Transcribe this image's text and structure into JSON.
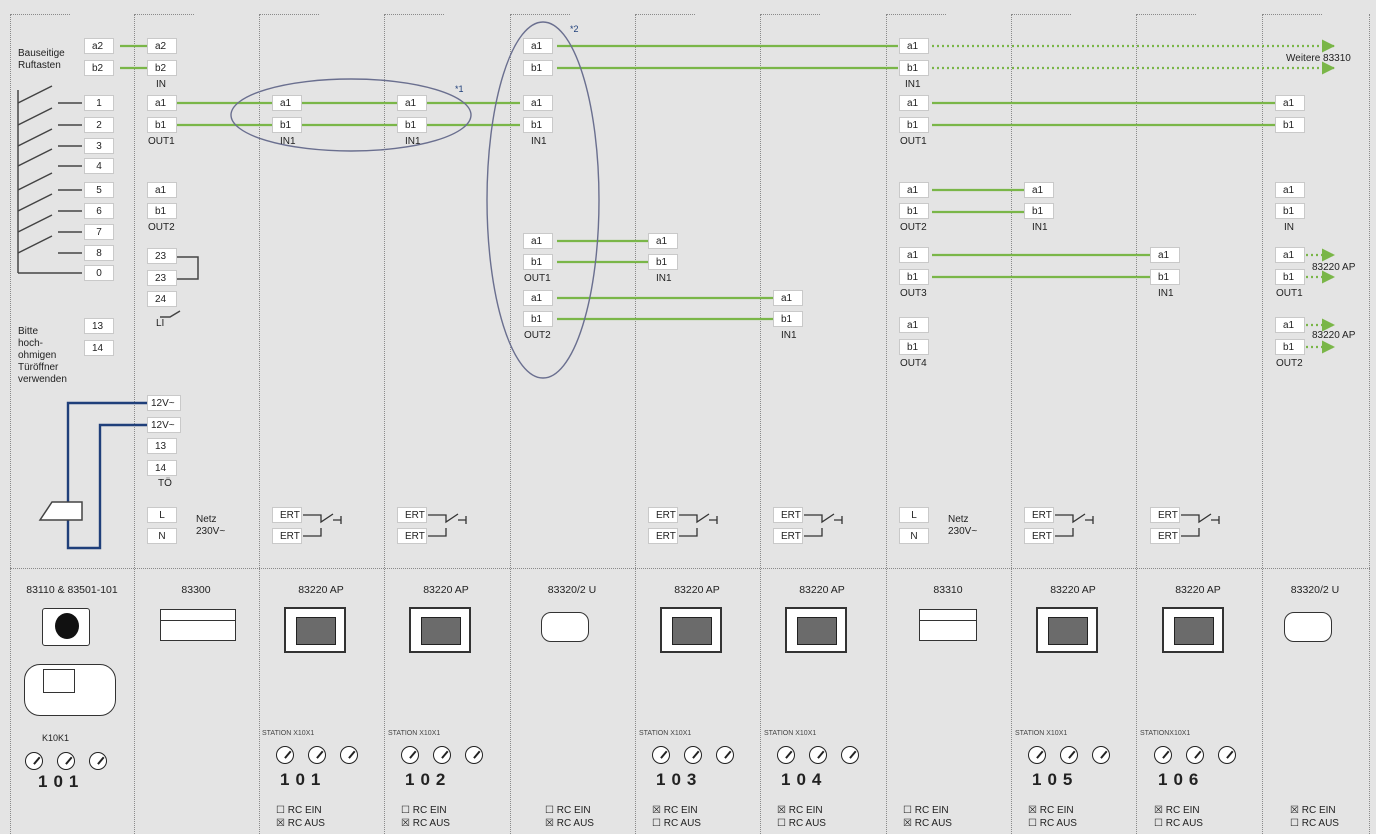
{
  "left_panel": {
    "bauseitige": "Bauseitige",
    "ruftasten": "Ruftasten",
    "a2": "a2",
    "b2": "b2",
    "keys": [
      "1",
      "2",
      "3",
      "4",
      "5",
      "6",
      "7",
      "8",
      "0"
    ],
    "bitte": "Bitte",
    "hoch": "hoch-",
    "ohmigen": "ohmigen",
    "tueroeffner": "Türöffner",
    "verwenden": "verwenden",
    "t13": "13",
    "t14": "14"
  },
  "col83300": {
    "a2": "a2",
    "b2": "b2",
    "in": "IN",
    "a1": "a1",
    "b1": "b1",
    "out1": "OUT1",
    "a1b": "a1",
    "b1b": "b1",
    "out2": "OUT2",
    "t23": "23",
    "t23b": "23",
    "t24": "24",
    "li": "LI",
    "v12a": "12V~",
    "v12b": "12V~",
    "t13": "13",
    "t14": "14",
    "to": "TÖ",
    "l": "L",
    "n": "N",
    "netz": "Netz",
    "v230": "230V~"
  },
  "notes": {
    "n1": "*1",
    "n2": "*2",
    "weitere": "Weitere 83310"
  },
  "terminals": {
    "a1": "a1",
    "b1": "b1",
    "in1": "IN1",
    "in": "IN",
    "out1": "OUT1",
    "out2": "OUT2",
    "out3": "OUT3",
    "out4": "OUT4",
    "ert": "ERT",
    "ap83220": "83220 AP"
  },
  "col83310": {
    "l": "L",
    "n": "N",
    "netz": "Netz",
    "v230": "230V~"
  },
  "models": [
    "83110 & 83501-101",
    "83300",
    "83220 AP",
    "83220 AP",
    "83320/2 U",
    "83220 AP",
    "83220 AP",
    "83310",
    "83220 AP",
    "83220 AP",
    "83320/2 U"
  ],
  "k10k1": "K10K1",
  "station_labels": [
    "STATION X10X1",
    "STATION X10X1",
    "STATION X10X1",
    "STATION X10X1",
    "STATION X10X1",
    "STATIONX10X1"
  ],
  "station_numbers": [
    "101",
    "101",
    "102",
    "103",
    "104",
    "105",
    "106"
  ],
  "rc": {
    "ein": "RC EIN",
    "aus": "RC AUS",
    "ein_marks": [
      "☐",
      "☐",
      "☐",
      "☒",
      "☒",
      "☐",
      "☒",
      "☒",
      "☒"
    ],
    "aus_marks": [
      "☒",
      "☒",
      "☒",
      "☐",
      "☐",
      "☒",
      "☐",
      "☐",
      "☐"
    ]
  },
  "colors": {
    "wire_green": "#7ab648",
    "wire_blue": "#1f3f7a",
    "ellipse": "#6a6f8f"
  }
}
